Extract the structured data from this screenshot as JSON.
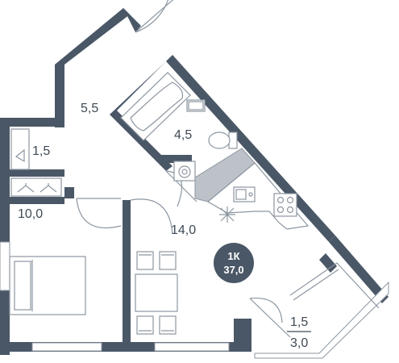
{
  "rooms": {
    "hall": "5,5",
    "closet": "1,5",
    "bedroom": "10,0",
    "bathroom": "4,5",
    "kitchen_living": "14,0",
    "balcony_living": "1,5",
    "balcony_total": "3,0"
  },
  "apartment": {
    "type": "1К",
    "total_area": "37,0"
  },
  "colors": {
    "wall": "#4a5766",
    "badge": "#4a5766",
    "text": "#3f4a56",
    "fixture_line": "#8c96a1",
    "counter_fill": "#bcc2c8"
  },
  "icons": [
    "wardrobe-hanger-icon",
    "ventilation-icon",
    "bathtub-icon",
    "toilet-icon",
    "washing-machine-icon",
    "sink-icon",
    "stove-icon",
    "bed-icon",
    "dining-table-icon"
  ]
}
